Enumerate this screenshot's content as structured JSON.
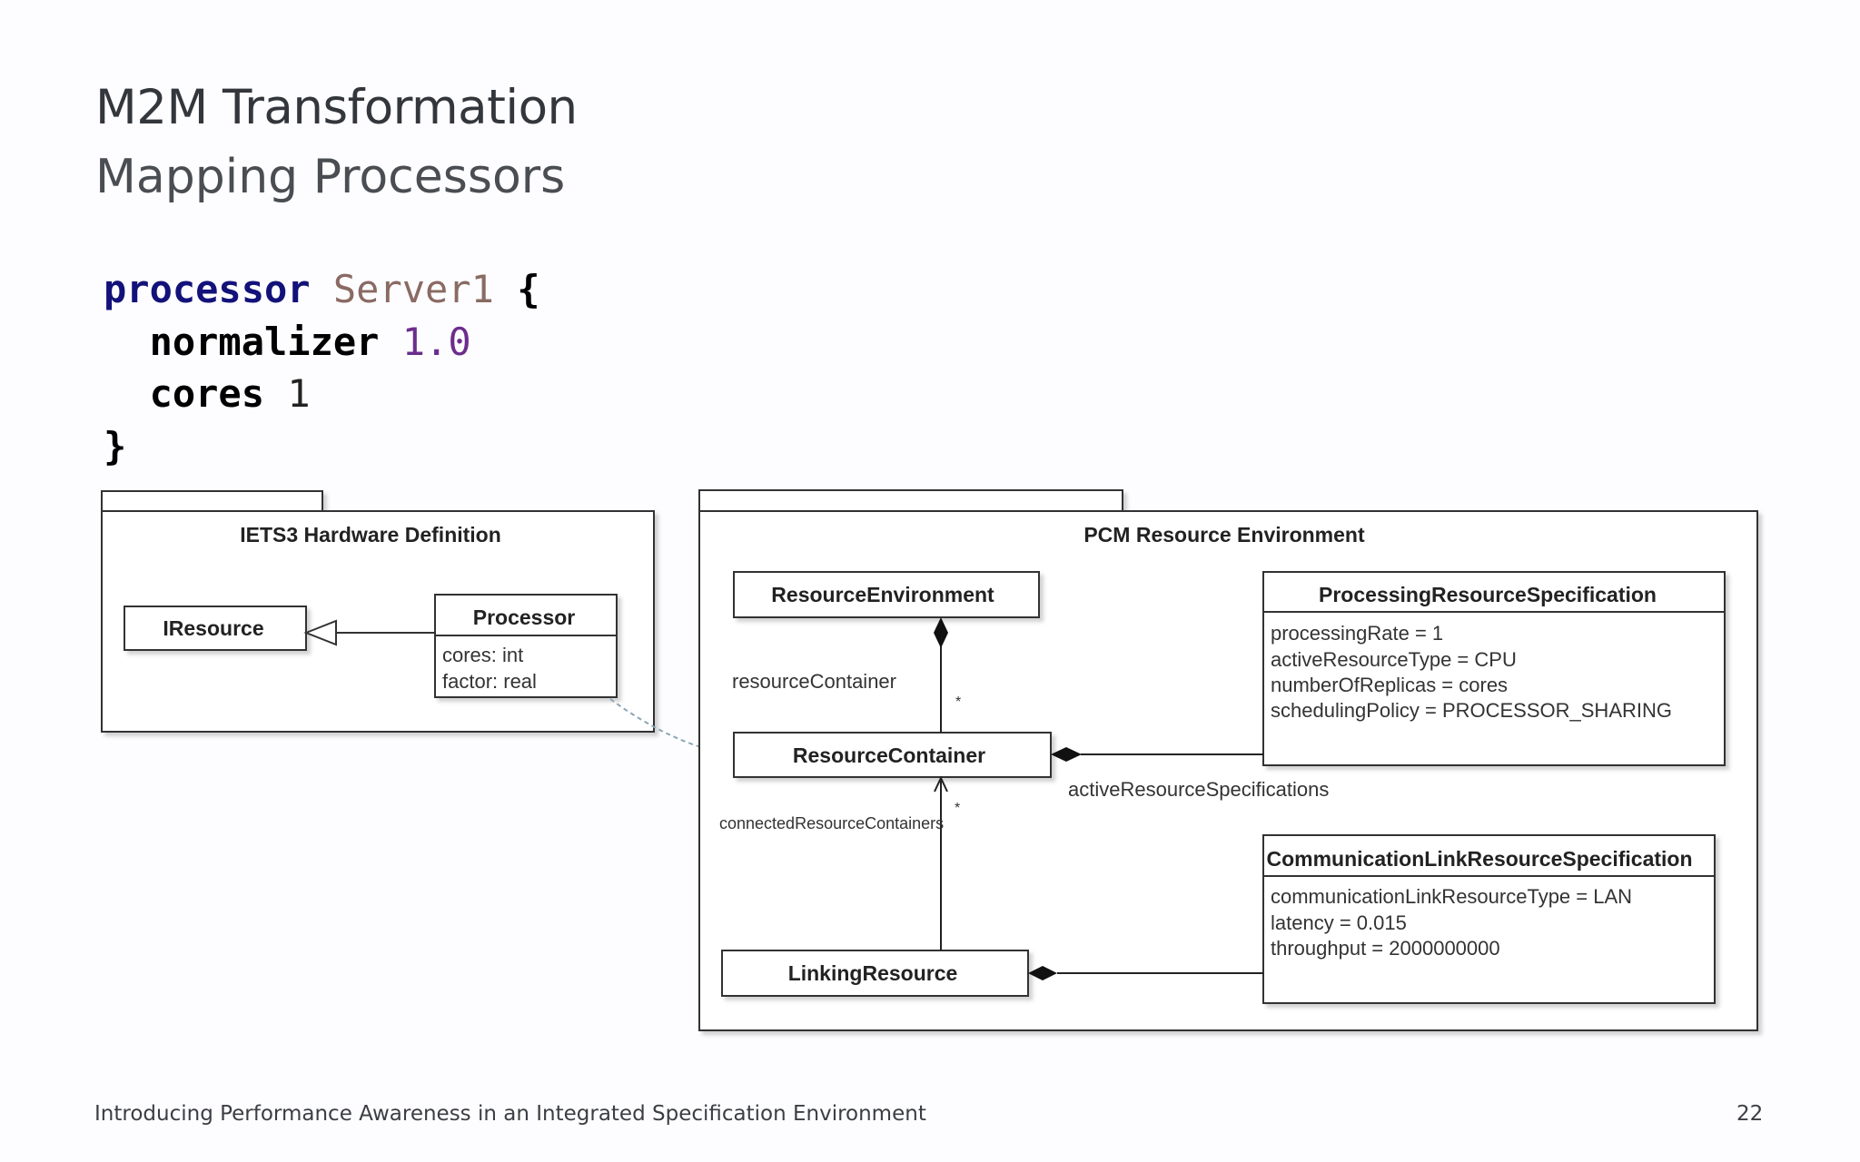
{
  "slide": {
    "title": "M2M Transformation",
    "subtitle": "Mapping Processors",
    "footer": "Introducing Performance Awareness in an Integrated Specification Environment",
    "page_number": "22"
  },
  "code": {
    "line1": {
      "keyword": "processor",
      "name": "Server1",
      "brace": "{"
    },
    "line2": {
      "keyword": "normalizer",
      "value": "1.0"
    },
    "line3": {
      "keyword": "cores",
      "value": "1"
    },
    "line4": {
      "brace": "}"
    }
  },
  "diagram": {
    "left_package": {
      "title": "IETS3 Hardware Definition",
      "iresource": "IResource",
      "processor": {
        "name": "Processor",
        "attributes": [
          "cores: int",
          "factor: real"
        ]
      }
    },
    "right_package": {
      "title": "PCM Resource Environment",
      "resource_environment": "ResourceEnvironment",
      "resource_container": "ResourceContainer",
      "linking_resource": "LinkingResource",
      "processing_spec": {
        "name": "ProcessingResourceSpecification",
        "attributes": [
          "processingRate = 1",
          "activeResourceType = CPU",
          "numberOfReplicas = cores",
          "schedulingPolicy = PROCESSOR_SHARING"
        ]
      },
      "comm_spec": {
        "name": "CommunicationLinkResourceSpecification",
        "attributes": [
          "communicationLinkResourceType = LAN",
          "latency = 0.015",
          "throughput = 2000000000"
        ]
      },
      "labels": {
        "resource_container_role": "resourceContainer",
        "multiplicity_1": "*",
        "active_specs_role": "activeResourceSpecifications",
        "connected_role": "connectedResourceContainers",
        "multiplicity_2": "*"
      }
    }
  }
}
